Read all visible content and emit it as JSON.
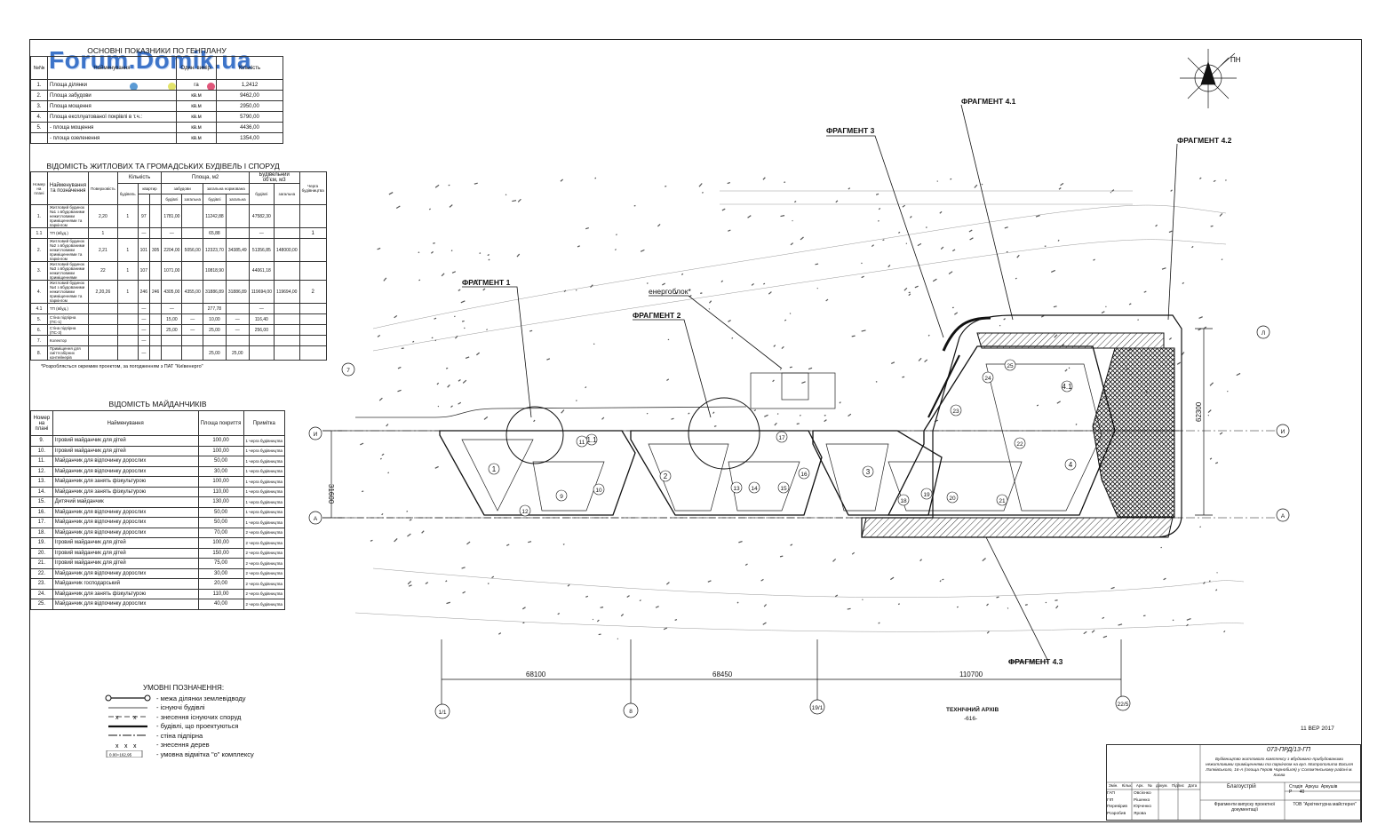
{
  "watermark": "Forum.Domik.ua",
  "main_indicators": {
    "title": "ОСНОВНІ ПОКАЗНИКИ ПО ГЕНПЛАНУ",
    "headers": [
      "№№",
      "Найменування",
      "Один. вимір.",
      "Кількість"
    ],
    "rows": [
      [
        "1.",
        "Площа ділянки",
        "га",
        "1,2412"
      ],
      [
        "2.",
        "Площа забудови",
        "кв.м",
        "9462,00"
      ],
      [
        "3.",
        "Площа мощення",
        "кв.м",
        "2950,00"
      ],
      [
        "4.",
        "Площа експлуатованої покрівлі в т.ч.:",
        "кв.м",
        "5790,00"
      ],
      [
        "5.",
        "- площа мощення",
        "кв.м",
        "4436,00"
      ],
      [
        "",
        "- площа озеленення",
        "кв.м",
        "1354,00"
      ]
    ]
  },
  "buildings": {
    "title": "ВІДОМІСТЬ ЖИТЛОВИХ ТА ГРОМАДСЬКИХ БУДІВЕЛЬ І СПОРУД",
    "headers": [
      "Номер на плані",
      "Найменування та позначення",
      "Поверховість",
      "Кількість",
      "Площа, м2",
      "Будівельний об'єм, м3",
      "Черга будівництва"
    ],
    "subheaders": [
      "будівель",
      "квартир",
      "забудови",
      "загальна нормована",
      "будівлі",
      "загальна"
    ],
    "rows": [
      [
        "1.",
        "Житловий будинок №1 з вбудованими нежитловими приміщеннями та паркінгом",
        "2,20",
        "1",
        "97",
        "",
        "1781,00",
        "",
        "11242,88",
        "",
        "47582,30",
        ""
      ],
      [
        "1.1",
        "ТП (вбуд.)",
        "1",
        "",
        "—",
        "",
        "—",
        "",
        "65,88",
        "",
        "—",
        ""
      ],
      [
        "2.",
        "Житловий будинок №2 з вбудованими нежитловими приміщеннями та паркінгом",
        "2,21",
        "1",
        "101",
        "305",
        "2204,00",
        "5056,00",
        "12323,70",
        "34385,49",
        "51356,85",
        "148000,00"
      ],
      [
        "3.",
        "Житловий будинок №3 з вбудованими нежитловими приміщеннями",
        "22",
        "1",
        "107",
        "",
        "1071,00",
        "",
        "10818,90",
        "",
        "44061,18",
        ""
      ],
      [
        "4.",
        "Житловий будинок №4 з вбудованими нежитловими приміщеннями та паркінгом",
        "2,20,26",
        "1",
        "246",
        "246",
        "4305,00",
        "4355,00",
        "31886,89",
        "31886,89",
        "119694,00",
        "119694,00"
      ],
      [
        "4.1",
        "ТП (вбуд.)",
        "",
        "",
        "—",
        "",
        "—",
        "",
        "277,78",
        "",
        "—",
        ""
      ],
      [
        "5.",
        "Стіна підпірна (ПС-1)",
        "",
        "",
        "—",
        "",
        "15,00",
        "—",
        "10,00",
        "—",
        "116,40",
        ""
      ],
      [
        "6.",
        "Стіна підпірна (ПС-3)",
        "",
        "",
        "—",
        "",
        "25,00",
        "—",
        "25,00",
        "—",
        "256,00",
        ""
      ],
      [
        "7.",
        "Колектор",
        "",
        "",
        "—",
        "",
        "",
        "",
        "",
        "",
        "",
        ""
      ],
      [
        "8.",
        "Приміщення для сміттєзбірних контейнерів",
        "",
        "",
        "—",
        "",
        "",
        "",
        "25,00",
        "25,00",
        "",
        ""
      ]
    ],
    "stage": [
      "1",
      "2"
    ],
    "note": "*Розробляється окремим проектом, за погодженням з ПАТ \"Київенерго\""
  },
  "playgrounds": {
    "title": "ВІДОМІСТЬ МАЙДАНЧИКІВ",
    "headers": [
      "Номер на плані",
      "Найменування",
      "Площа покриття",
      "Примітка"
    ],
    "rows": [
      [
        "9.",
        "Ігровий майданчик для дітей",
        "100,00",
        "1 черга будівництва"
      ],
      [
        "10.",
        "Ігровий майданчик для дітей",
        "100,00",
        "1 черга будівництва"
      ],
      [
        "11.",
        "Майданчик для відпочинку дорослих",
        "50,00",
        "1 черга будівництва"
      ],
      [
        "12.",
        "Майданчик для відпочинку дорослих",
        "30,00",
        "1 черга будівництва"
      ],
      [
        "13.",
        "Майданчик для занять фізкультурою",
        "100,00",
        "1 черга будівництва"
      ],
      [
        "14.",
        "Майданчик для занять фізкультурою",
        "110,00",
        "1 черга будівництва"
      ],
      [
        "15.",
        "Дитячий майданчик",
        "130,00",
        "1 черга будівництва"
      ],
      [
        "16.",
        "Майданчик для відпочинку дорослих",
        "50,00",
        "1 черга будівництва"
      ],
      [
        "17.",
        "Майданчик для відпочинку дорослих",
        "50,00",
        "1 черга будівництва"
      ],
      [
        "18.",
        "Майданчик для відпочинку дорослих",
        "70,00",
        "2 черга будівництва"
      ],
      [
        "19.",
        "Ігровий майданчик для дітей",
        "100,00",
        "2 черга будівництва"
      ],
      [
        "20.",
        "Ігровий майданчик для дітей",
        "150,00",
        "2 черга будівництва"
      ],
      [
        "21.",
        "Ігровий майданчик для дітей",
        "75,00",
        "2 черга будівництва"
      ],
      [
        "22.",
        "Майданчик для відпочинку дорослих",
        "30,00",
        "2 черга будівництва"
      ],
      [
        "23.",
        "Майданчик господарський",
        "20,00",
        "2 черга будівництва"
      ],
      [
        "24.",
        "Майданчик для занять фізкультурою",
        "110,00",
        "2 черга будівництва"
      ],
      [
        "25.",
        "Майданчик для відпочинку дорослих",
        "40,00",
        "2 черга будівництва"
      ]
    ]
  },
  "plan": {
    "fragments": [
      "ФРАГМЕНТ 1",
      "ФРАГМЕНТ 2",
      "ФРАГМЕНТ 3",
      "ФРАГМЕНТ 4.1",
      "ФРАГМЕНТ 4.2",
      "ФРАГМЕНТ 4.3"
    ],
    "energoblock": "енергоблок*",
    "dims": [
      "68100",
      "68450",
      "110700",
      "31600",
      "62300"
    ],
    "axes": [
      "1/1",
      "8",
      "19/1",
      "22/5",
      "И",
      "А",
      "И",
      "А",
      "7",
      "Л"
    ],
    "north": "ПН",
    "building_numbers": [
      "1",
      "2",
      "3",
      "4",
      "1.1",
      "4.1"
    ],
    "site_numbers": [
      "9",
      "10",
      "11",
      "12",
      "13",
      "14",
      "15",
      "16",
      "17",
      "18",
      "19",
      "20",
      "21",
      "22",
      "23",
      "24",
      "25"
    ]
  },
  "legend": {
    "title": "УМОВНІ ПОЗНАЧЕННЯ:",
    "items": [
      "- межа ділянки землевідводу",
      "- існуючі будівлі",
      "- знесення існуючих споруд",
      "- будівлі, що проектуються",
      "- стіна підпірна",
      "- знесення дерев",
      "- умовна відмітка \"о\" комплексу"
    ],
    "mark_label": "0.00=162,95"
  },
  "stamp": {
    "code": "073-ПРД/13-ГП",
    "description": "Будівництво житлового комплексу з вбудовано-прибудованими нежитловими приміщеннями та паркінгом на вул. Митрополита Василя Липківського, 16-А (площа Героїв Чорнобиля) у Солом'янському районі м. Києва",
    "section": "Благоустрій",
    "stage_headers": [
      "Стадія",
      "Аркуш",
      "Аркушів"
    ],
    "stage": "Р",
    "sheet": "40",
    "fragment_title": "Фрагменти випуску проектної документації",
    "org": "ТОВ \"Архітектурна майстерня\"",
    "roles": [
      "Змін.",
      "Кільк.",
      "Арк.",
      "№ докум.",
      "Підпис",
      "Дата"
    ],
    "people": [
      [
        "ГАП",
        "Овсієнко"
      ],
      [
        "ГІП",
        "Рішенко"
      ],
      [
        "Перевірив",
        "Юрченко"
      ],
      [
        "Розробив",
        "Ярова"
      ]
    ],
    "archive": "ТЕХНІЧНИЙ АРХІВ",
    "archive_no": "-616-",
    "date_stamp": "11 ВЕР 2017"
  }
}
